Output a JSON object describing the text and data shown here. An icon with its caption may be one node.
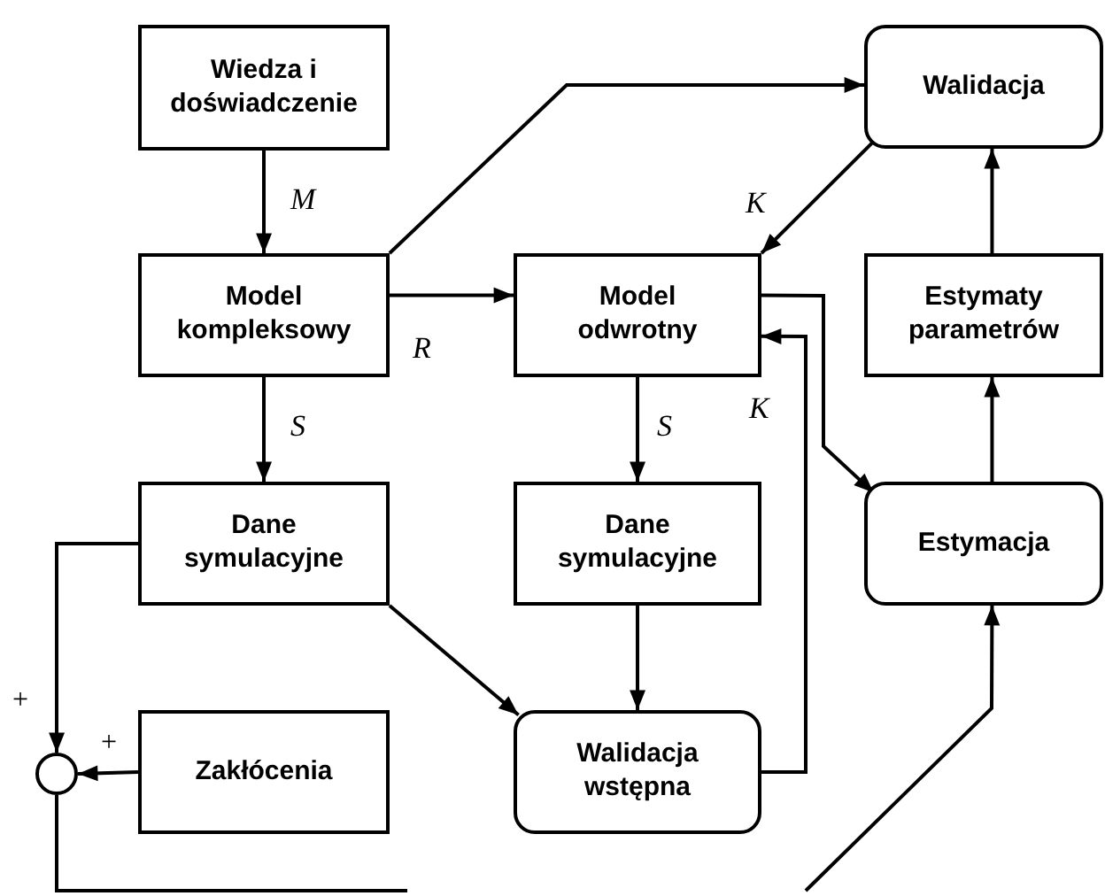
{
  "diagram": {
    "nodes": [
      {
        "text": [
          "Wiedza i doświadczenie"
        ]
      },
      {
        "text": [
          "Walidacja"
        ]
      },
      {
        "text": [
          "Model kompleksowy"
        ]
      },
      {
        "text": [
          "Model odwrotny"
        ]
      },
      {
        "text": [
          "Estymaty parametrów"
        ]
      },
      {
        "text": [
          "Dane symulacyjne"
        ]
      },
      {
        "text": [
          "Dane symulacyjne"
        ]
      },
      {
        "text": [
          "Estymacja"
        ]
      },
      {
        "text": [],
        "shape": "circle"
      },
      {
        "text": [
          "Zakłócenia"
        ]
      },
      {
        "text": [
          "Walidacja wstępna"
        ]
      }
    ],
    "edges": [
      {
        "from": 0,
        "to": 2,
        "arrow": "to",
        "label": "M"
      },
      {
        "from": 2,
        "to": 3,
        "arrow": "to",
        "label": "R"
      },
      {
        "from": 2,
        "to": 1,
        "arrow": "to"
      },
      {
        "from": 1,
        "to": 3,
        "arrow": "to",
        "label": "K"
      },
      {
        "from": 3,
        "to": 7,
        "arrow": "to"
      },
      {
        "from": 10,
        "to": 3,
        "arrow": "to",
        "label": "K"
      },
      {
        "from": 2,
        "to": 5,
        "arrow": "to",
        "label": "S"
      },
      {
        "from": 3,
        "to": 6,
        "arrow": "to",
        "label": "S"
      },
      {
        "from": 5,
        "to": 10,
        "arrow": "to"
      },
      {
        "from": 6,
        "to": 10,
        "arrow": "to"
      },
      {
        "from": 7,
        "to": 4,
        "arrow": "to"
      },
      {
        "from": 4,
        "to": 1,
        "arrow": "to"
      },
      {
        "from": 5,
        "to": 8,
        "arrow": "to",
        "label": "+"
      },
      {
        "from": 9,
        "to": 8,
        "arrow": "to",
        "label": "+"
      },
      {
        "from": 8,
        "to": null,
        "arrow": "none"
      },
      {
        "from": null,
        "to": 7,
        "arrow": "to"
      }
    ]
  }
}
